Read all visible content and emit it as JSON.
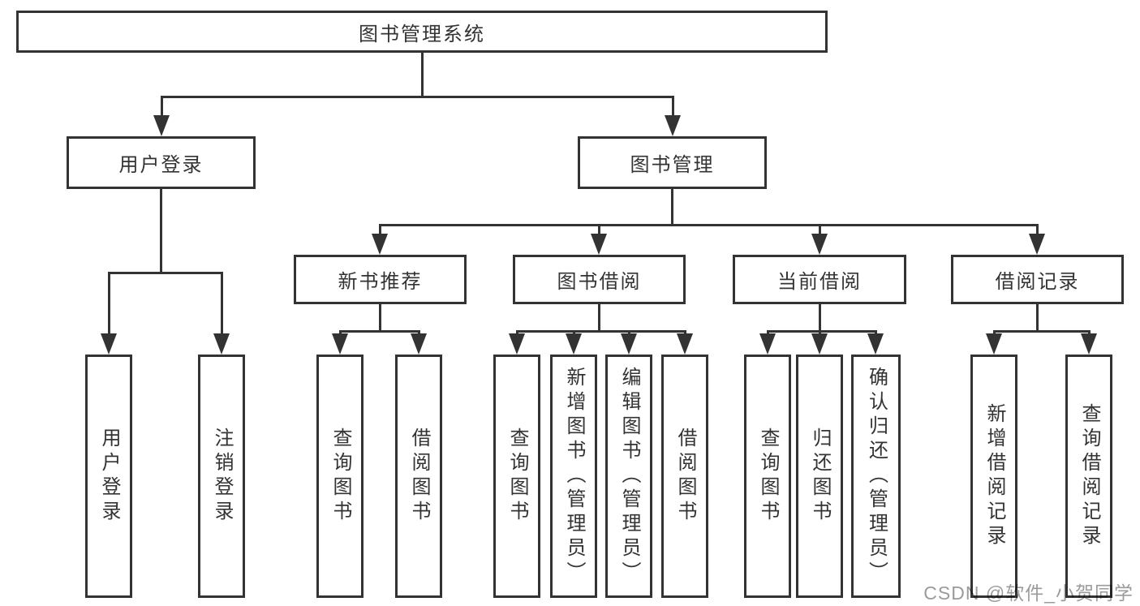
{
  "diagram": {
    "root": {
      "label": "图书管理系统"
    },
    "user_login": {
      "label": "用户登录",
      "children": {
        "login": {
          "label": "用户登录"
        },
        "logout": {
          "label": "注销登录"
        }
      }
    },
    "book_management": {
      "label": "图书管理",
      "children": {
        "new_book_recommend": {
          "label": "新书推荐",
          "children": {
            "query_book": {
              "label": "查询图书"
            },
            "borrow_book": {
              "label": "借阅图书"
            }
          }
        },
        "book_borrow": {
          "label": "图书借阅",
          "children": {
            "query_book": {
              "label": "查询图书"
            },
            "add_book": {
              "label": "新增图书（管理员）"
            },
            "edit_book": {
              "label": "编辑图书（管理员）"
            },
            "borrow_book": {
              "label": "借阅图书"
            }
          }
        },
        "current_borrow": {
          "label": "当前借阅",
          "children": {
            "query_book": {
              "label": "查询图书"
            },
            "return_book": {
              "label": "归还图书"
            },
            "confirm_return": {
              "label": "确认归还（管理员）"
            }
          }
        },
        "borrow_records": {
          "label": "借阅记录",
          "children": {
            "add_record": {
              "label": "新增借阅记录"
            },
            "query_record": {
              "label": "查询借阅记录"
            }
          }
        }
      }
    }
  },
  "watermark": {
    "text": "CSDN @软件_小贺同学"
  },
  "colors": {
    "line": "#333333",
    "text": "#333333",
    "box_background": "#ffffff",
    "page_background": "#ffffff",
    "watermark": "#9b9b9b"
  }
}
